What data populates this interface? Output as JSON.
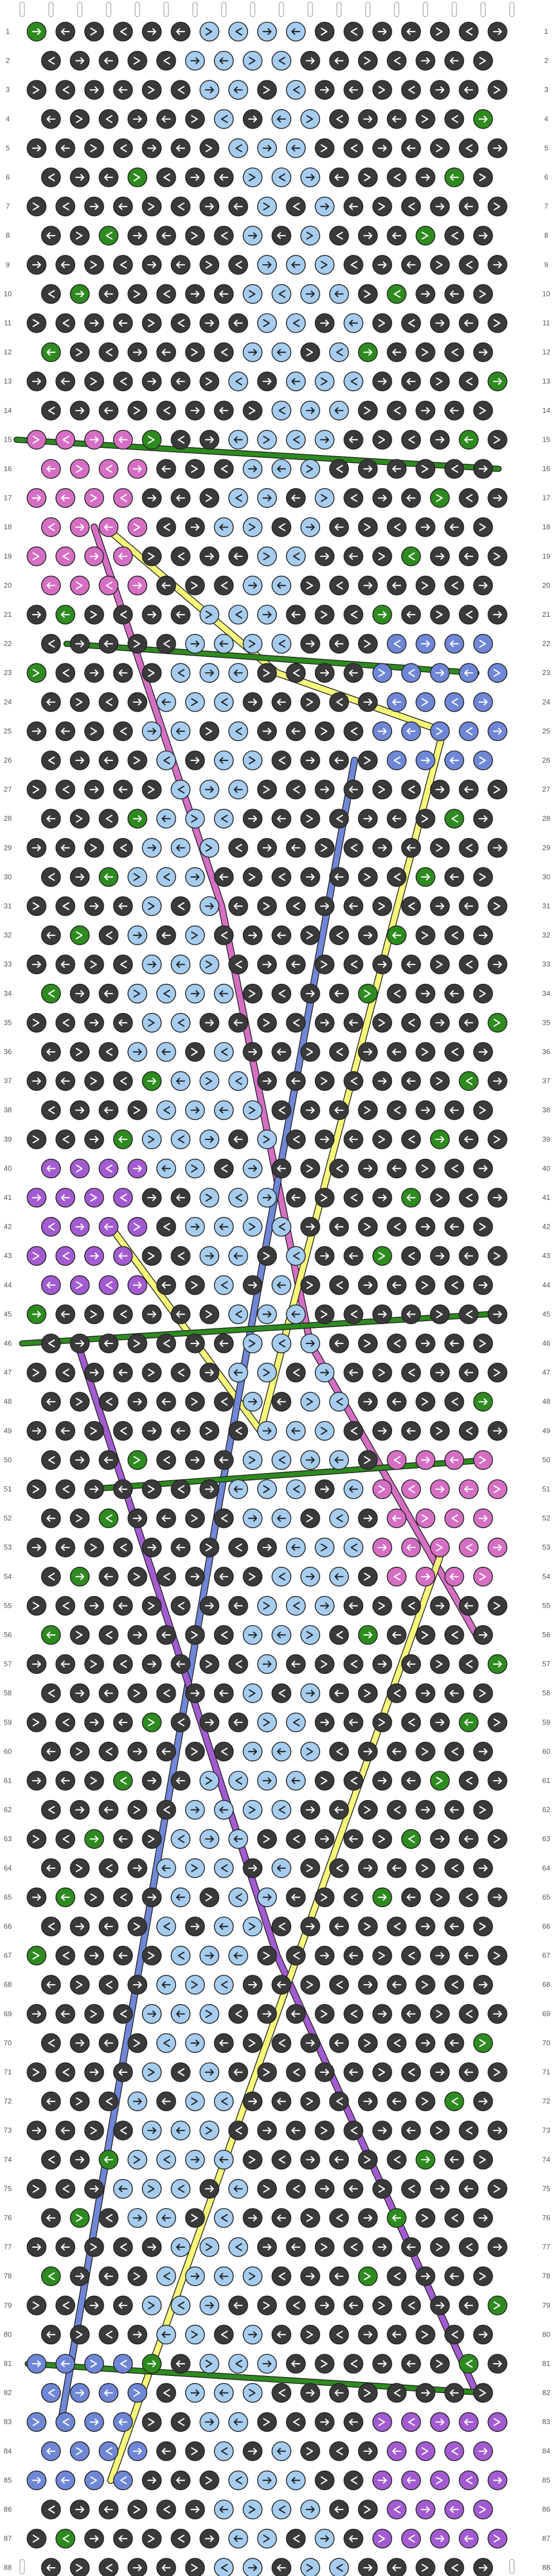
{
  "pattern": {
    "strand_count": 18,
    "row_count": 88,
    "row_labels": [
      "1",
      "2",
      "3",
      "4",
      "5",
      "6",
      "7",
      "8",
      "9",
      "10",
      "11",
      "12",
      "13",
      "14",
      "15",
      "16",
      "17",
      "18",
      "19",
      "20",
      "21",
      "22",
      "23",
      "24",
      "25",
      "26",
      "27",
      "28",
      "29",
      "30",
      "31",
      "32",
      "33",
      "34",
      "35",
      "36",
      "37",
      "38",
      "39",
      "40",
      "41",
      "42",
      "43",
      "44",
      "45",
      "46",
      "47",
      "48",
      "49",
      "50",
      "51",
      "52",
      "53",
      "54",
      "55",
      "56",
      "57",
      "58",
      "59",
      "60",
      "61",
      "62",
      "63",
      "64",
      "65",
      "66",
      "67",
      "68",
      "69",
      "70",
      "71",
      "72",
      "73",
      "74",
      "75",
      "76",
      "77",
      "78",
      "79",
      "80",
      "81",
      "82",
      "83",
      "84",
      "85",
      "86",
      "87",
      "88"
    ],
    "colors": {
      "dark": "#3a3a3a",
      "green": "#2e8b1f",
      "light_blue": "#a6cdef",
      "pink": "#d66fc4",
      "yellow": "#f7f77a",
      "purple": "#a35bd1",
      "periwinkle": "#6f87d6",
      "outline": "#222222"
    },
    "knot_icons": {
      "forward": "arrow-right-icon",
      "backward": "arrow-left-icon",
      "forward_backward": "arrow-right-left-icon",
      "backward_forward": "arrow-left-right-icon"
    }
  }
}
